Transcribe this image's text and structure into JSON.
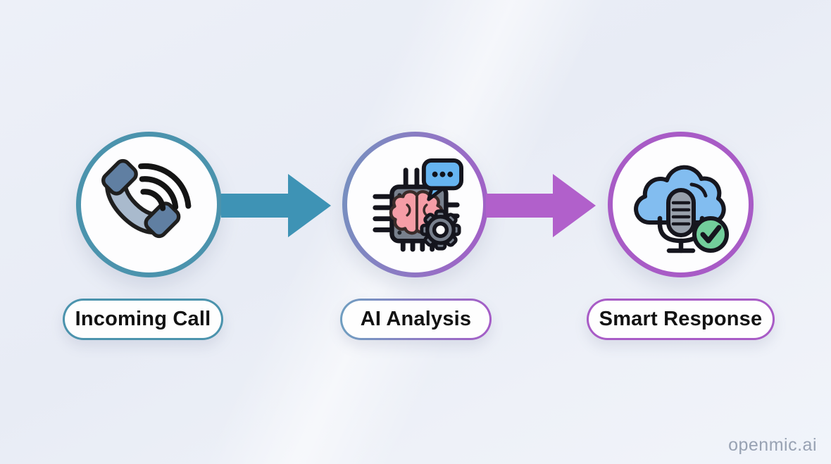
{
  "diagram": {
    "title": "call-handling-flow",
    "steps": [
      {
        "id": "incoming-call",
        "label": "Incoming Call",
        "icon": "phone-ringing-icon",
        "ring_color": "#4b93ad"
      },
      {
        "id": "ai-analysis",
        "label": "AI Analysis",
        "icon": "ai-chip-brain-icon",
        "ring_color_start": "#7492bf",
        "ring_color_end": "#a55cc7"
      },
      {
        "id": "smart-response",
        "label": "Smart Response",
        "icon": "cloud-mic-check-icon",
        "ring_color": "#a85bc6"
      }
    ],
    "arrows": [
      {
        "from": "incoming-call",
        "to": "ai-analysis",
        "color": "#3e93b5"
      },
      {
        "from": "ai-analysis",
        "to": "smart-response",
        "color": "#b160cb"
      }
    ],
    "icon_colors": {
      "phone_body": "#a9bacd",
      "phone_caps": "#607fa2",
      "outline": "#16161e",
      "chip_body": "#78808d",
      "brain": "#f59da6",
      "speech_bubble": "#66b4f0",
      "cloud": "#82bdf0",
      "microphone": "#98a0ab",
      "check_badge": "#72ce9b"
    }
  },
  "watermark": {
    "text": "openmic.ai",
    "color": "#98a2b3"
  }
}
